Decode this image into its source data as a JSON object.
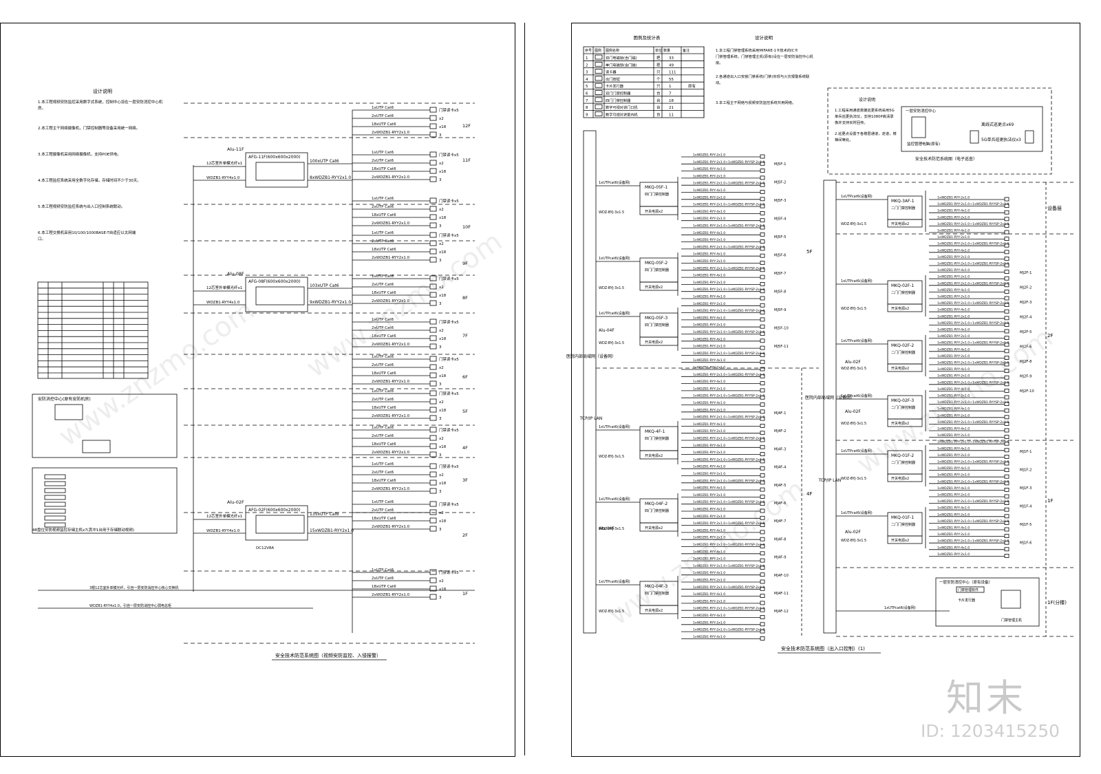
{
  "left_sheet": {
    "design_title": "设计说明",
    "design_notes": [
      "1.本工程视频安防监控采用数字式系统，控制中心设在一层安防消控中心机房。",
      "2.本工程主干网络摄像机，门禁控制器等设备采用统一网络。",
      "3.本工程摄像机采用网络摄像机，支持POE供电。",
      "4.本工程监控系统采用全数字化存储，存储时间不少于30天。",
      "5.本工程视频安防监控系统与出入口控制系统联动。",
      "6.本工程交换机采用10/100/1000BASE-T自适应以太网端口。"
    ],
    "floor_labels": [
      "12F",
      "11F",
      "10F",
      "9F",
      "8F",
      "7F",
      "6F",
      "5F",
      "4F",
      "3F",
      "2F",
      "1F"
    ],
    "cabinets": [
      {
        "name": "Alu-11F",
        "box": "AFG-11F(600x600x2000)",
        "uplink": "12芯室外单模光纤x1",
        "power": "WDZB1-RYY4x1.0",
        "trunk": "100xUTP Cat6",
        "drop": "8xWDZB1-RYY2x1.0"
      },
      {
        "name": "Alu-08F",
        "box": "AFG-08F(600x600x2000)",
        "uplink": "12芯室外单模光纤x1",
        "power": "WDZB1-RYY4x1.0",
        "trunk": "103xUTP Cat6",
        "drop": "9xWDZB1-RYY2x1.0"
      },
      {
        "name": "Alu-02F",
        "box": "AFG-02F(600x600x2000)",
        "uplink": "12芯室外单模光纤x1",
        "power": "WDZB1-RYY4x1.0",
        "trunk": "135xUTP Cat6",
        "drop": "15xWDZB1-RYY2x1.0",
        "extra": "DC12V8A"
      }
    ],
    "cable_rows": [
      {
        "cable": "1xUTP Cat6",
        "device": "门禁读卡x5"
      },
      {
        "cable": "2xUTP Cat6",
        "device": "x2"
      },
      {
        "cable": "18xUTP Cat6",
        "device": "x18"
      },
      {
        "cable": "2xWDZB1-RYY2x1.0",
        "device": "3"
      }
    ],
    "bottom_runs": [
      "3根12芯室外单模光纤，引自一层安防消控中心核心交换机",
      "WDZB1-RYY4x1.0，引自一层安防消控中心弱电总柜"
    ],
    "control_center_label": "安防消控中心(原有安防机房)",
    "footnote": "48盘位安防视频监控存储主机x7(其中1台用于存储联动视频)",
    "caption": "安全技术防范系统图（视频安防监控、入侵报警）"
  },
  "right_sheet": {
    "legend_title": "图例及统计表",
    "legend_headers": [
      "序号",
      "图例",
      "图例名称",
      "单位",
      "数量",
      "备注"
    ],
    "legend_rows": [
      [
        "1",
        "",
        "双门电磁锁(含门磁)",
        "把",
        "33",
        ""
      ],
      [
        "2",
        "",
        "单门电磁锁(含门磁)",
        "把",
        "49",
        ""
      ],
      [
        "3",
        "",
        "读卡器",
        "只",
        "111",
        ""
      ],
      [
        "4",
        "",
        "出门按钮",
        "个",
        "55",
        ""
      ],
      [
        "5",
        "",
        "卡片发行器",
        "只",
        "1",
        "原有"
      ],
      [
        "6",
        "",
        "双门门禁控制器",
        "台",
        "7",
        ""
      ],
      [
        "7",
        "",
        "四门门禁控制器",
        "台",
        "18",
        ""
      ],
      [
        "8",
        "",
        "数字可视对讲门口机",
        "台",
        "21",
        ""
      ],
      [
        "9",
        "",
        "数字可视对讲室内机",
        "台",
        "11",
        ""
      ]
    ],
    "design_title": "设计说明",
    "design_notes": [
      "1.本工程门禁管理系统采用MIFARE-1卡技术的IC卡门禁管理系统，门禁管理主机(原有)设在一层安防消控中心机房。",
      "2.各通道出入口安装门禁系统(门禁)实现与火灾报警系统联动。",
      "3.本工程主干网络与视频安防监控系统共用网络。"
    ],
    "fiveg_title": "设计说明",
    "fiveg_notes": [
      "1.工程采用通道救援巡更系统采用5G单兵巡更执法仪，支持1080P高清录像并支持实时回传。",
      "2.巡更点设置于各楼层通道，走道，楼梯间等处。"
    ],
    "fiveg_panel": {
      "center": "一层安防消控中心",
      "manager": "监控管理电脑(原有)",
      "pad_label": "离线式巡更点x69",
      "unit_label": "5G单兵巡更执法仪x3",
      "caption": "安全技术防范系统图（电子巡查）"
    },
    "backbone_label": "医院内部局域网（设备网）",
    "lan_label": "TCP/IP LAN",
    "floors_left": [
      "5F",
      "4F"
    ],
    "floors_right": [
      "设备层",
      "2F",
      "1F",
      "1F(分楼)"
    ],
    "controllers_left": [
      "MKQ-05F-1",
      "MKQ-05F-2",
      "MKQ-05F-3",
      "MKQ-4F-1",
      "MKQ-04F-2",
      "MKQ-04F-3"
    ],
    "controllers_right": [
      "MKQ-3AF-1",
      "MKQ-02F-1",
      "MKQ-02F-2",
      "MKQ-02F-3",
      "MKQ-01F-2",
      "MKQ-01F-1"
    ],
    "controller_sub": "四门门禁控制器",
    "controller_sub2": "二门门禁控制器",
    "psu": "开关电源x2",
    "feed_cable": "1xUTPcat6(设备网)",
    "power_cable": "WDZ-BYJ-3x1.5",
    "door_cable_a": "1xWDZB1-RYY-2x1.0",
    "door_cable_b": "1xWDZB1-RYY-4x1.0",
    "door_cable_c": "1xWDZB1-RYY-2x1.0+1xWDZB1-RYYSP-2x1.0",
    "door_ids_5f": [
      "MJ5F-1",
      "MJ5F-2",
      "MJ5F-3",
      "MJ5F-4",
      "MJ5F-5",
      "MJ5F-6",
      "MJ5F-7",
      "MJ5F-8",
      "MJ5F-9",
      "MJ5F-10",
      "MJ5F-11"
    ],
    "door_ids_4f": [
      "MJ4F-1",
      "MJ4F-2",
      "MJ4F-3",
      "MJ4F-4",
      "MJ4F-5",
      "MJ4F-6",
      "MJ4F-7",
      "MJ4F-8",
      "MJ4F-9",
      "MJ4F-10",
      "MJ4F-11",
      "MJ4F-12"
    ],
    "door_ids_2f": [
      "MJ2F-1",
      "MJ2F-2",
      "MJ2F-3",
      "MJ2F-4",
      "MJ2F-5",
      "MJ2F-6",
      "MJ2F-8",
      "MJ2F-9",
      "MJ2F-10"
    ],
    "door_ids_1f": [
      "MJ1F-1",
      "MJ1F-2",
      "MJ1F-3",
      "MJ1F-4",
      "MJ1F-5",
      "MJ1F-6"
    ],
    "alu_labels": [
      "Alu-04F",
      "Alu-04F",
      "Alu-02F",
      "Alu-02F",
      "Alu-02F"
    ],
    "management": {
      "title": "一层安防消控中心（原有设备）",
      "pc": "门禁管理软件",
      "issuer": "卡片发行器",
      "host": "门禁管理主机"
    },
    "caption": "安全技术防范系统图（出入口控制）(1)"
  },
  "brand": {
    "logo": "知末",
    "id": "ID: 1203415250"
  }
}
